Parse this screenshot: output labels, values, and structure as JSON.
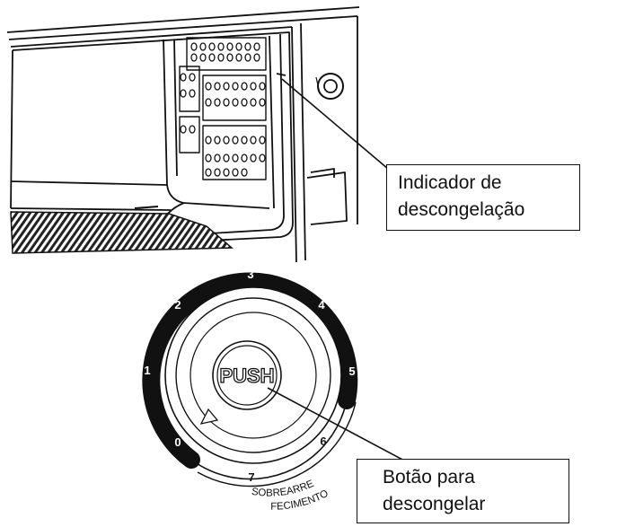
{
  "callouts": {
    "defrost_indicator": [
      "Indicador de",
      "descongelação"
    ],
    "defrost_button": [
      "Botão para",
      "descongelar"
    ]
  },
  "dial": {
    "button_label": "PUSH",
    "numbers": [
      "0",
      "1",
      "2",
      "3",
      "4",
      "5",
      "6",
      "7"
    ],
    "arc_label_line1": "SOBREARRE",
    "arc_label_line2": "FECIMENTO"
  },
  "colors": {
    "line": "#111111",
    "background": "#ffffff"
  }
}
